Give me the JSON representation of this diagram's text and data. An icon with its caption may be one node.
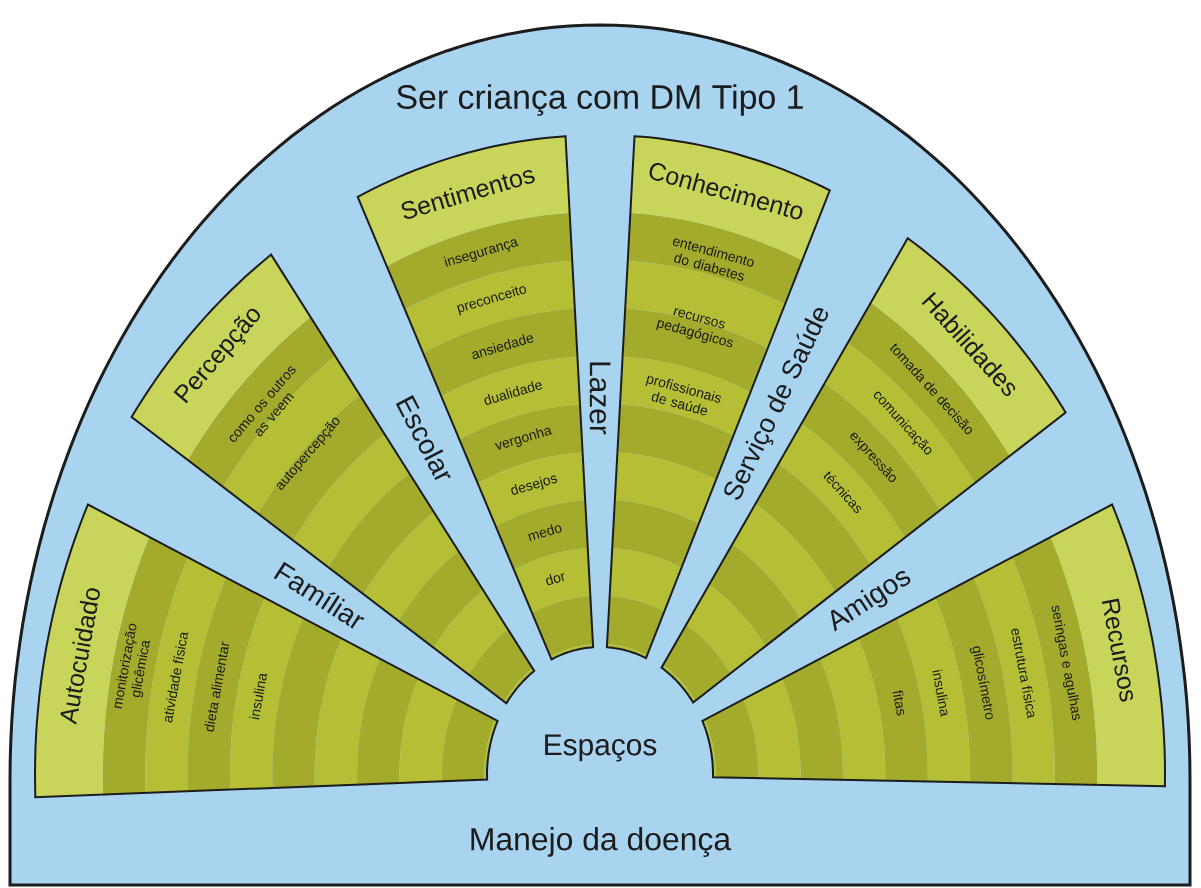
{
  "diagram": {
    "title": "Ser criança com DM Tipo 1",
    "nodes": [
      {
        "text": [
          "Autocuidado",
          "monitorização glicêmica",
          "atividade física",
          "dieta alimentar",
          "insulina"
        ]
      },
      {
        "text": [
          "Percepção",
          "como os outros as veem",
          "autopercepção"
        ]
      },
      {
        "text": [
          "Sentimentos",
          "insegurança",
          "preconceito",
          "ansiedade",
          "dualidade",
          "vergonha",
          "desejos",
          "medo",
          "dor"
        ]
      },
      {
        "text": [
          "Conhecimento",
          "entendimento do diabetes",
          "recursos pedagógicos",
          "profissionais de saúde"
        ]
      },
      {
        "text": [
          "Habilidades",
          "tomada de decisão",
          "comunicação",
          "expressão",
          "técnicas"
        ]
      },
      {
        "text": [
          "Recursos",
          "seringas e agulhas",
          "estrutura física",
          "glicosímetro",
          "insulina",
          "fitas"
        ]
      }
    ],
    "labels": [
      "Famíliar",
      "Escolar",
      "Lazer",
      "Serviço de Saúde",
      "Amigos",
      "Espaços",
      "Manejo da doença"
    ]
  }
}
